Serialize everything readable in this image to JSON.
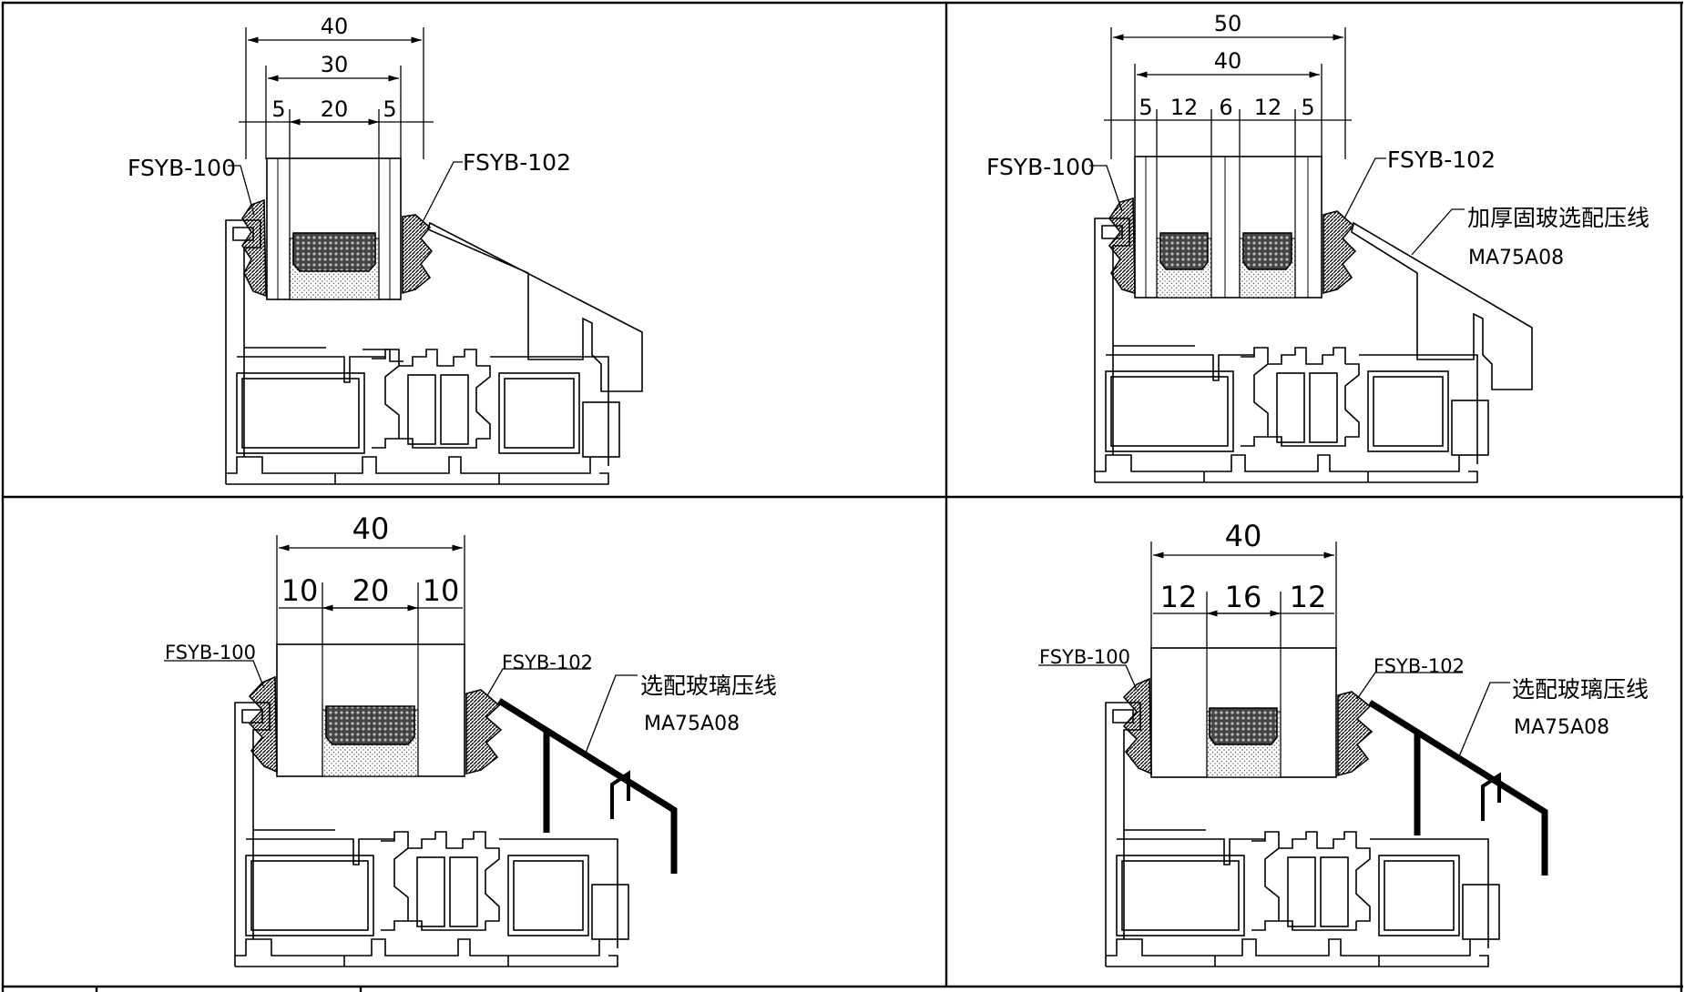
{
  "panels": [
    {
      "dims": {
        "overall": "40",
        "inner": "30",
        "seg_left": "5",
        "seg_mid": "20",
        "seg_right": "5"
      },
      "labels": {
        "left_gasket": "FSYB-100",
        "right_gasket": "FSYB-102"
      }
    },
    {
      "dims": {
        "overall": "50",
        "inner": "40",
        "seg_1": "5",
        "seg_2": "12",
        "seg_3": "6",
        "seg_4": "12",
        "seg_5": "5"
      },
      "labels": {
        "left_gasket": "FSYB-100",
        "right_gasket": "FSYB-102",
        "bead_note": "加厚固玻选配压线",
        "bead_code": "MA75A08"
      }
    },
    {
      "dims": {
        "overall": "40",
        "seg_left": "10",
        "seg_mid": "20",
        "seg_right": "10"
      },
      "labels": {
        "left_gasket": "FSYB-100",
        "right_gasket": "FSYB-102",
        "bead_note": "选配玻璃压线",
        "bead_code": "MA75A08"
      }
    },
    {
      "dims": {
        "overall": "40",
        "seg_left": "12",
        "seg_mid": "16",
        "seg_right": "12"
      },
      "labels": {
        "left_gasket": "FSYB-100",
        "right_gasket": "FSYB-102",
        "bead_note": "选配玻璃压线",
        "bead_code": "MA75A08"
      }
    }
  ]
}
